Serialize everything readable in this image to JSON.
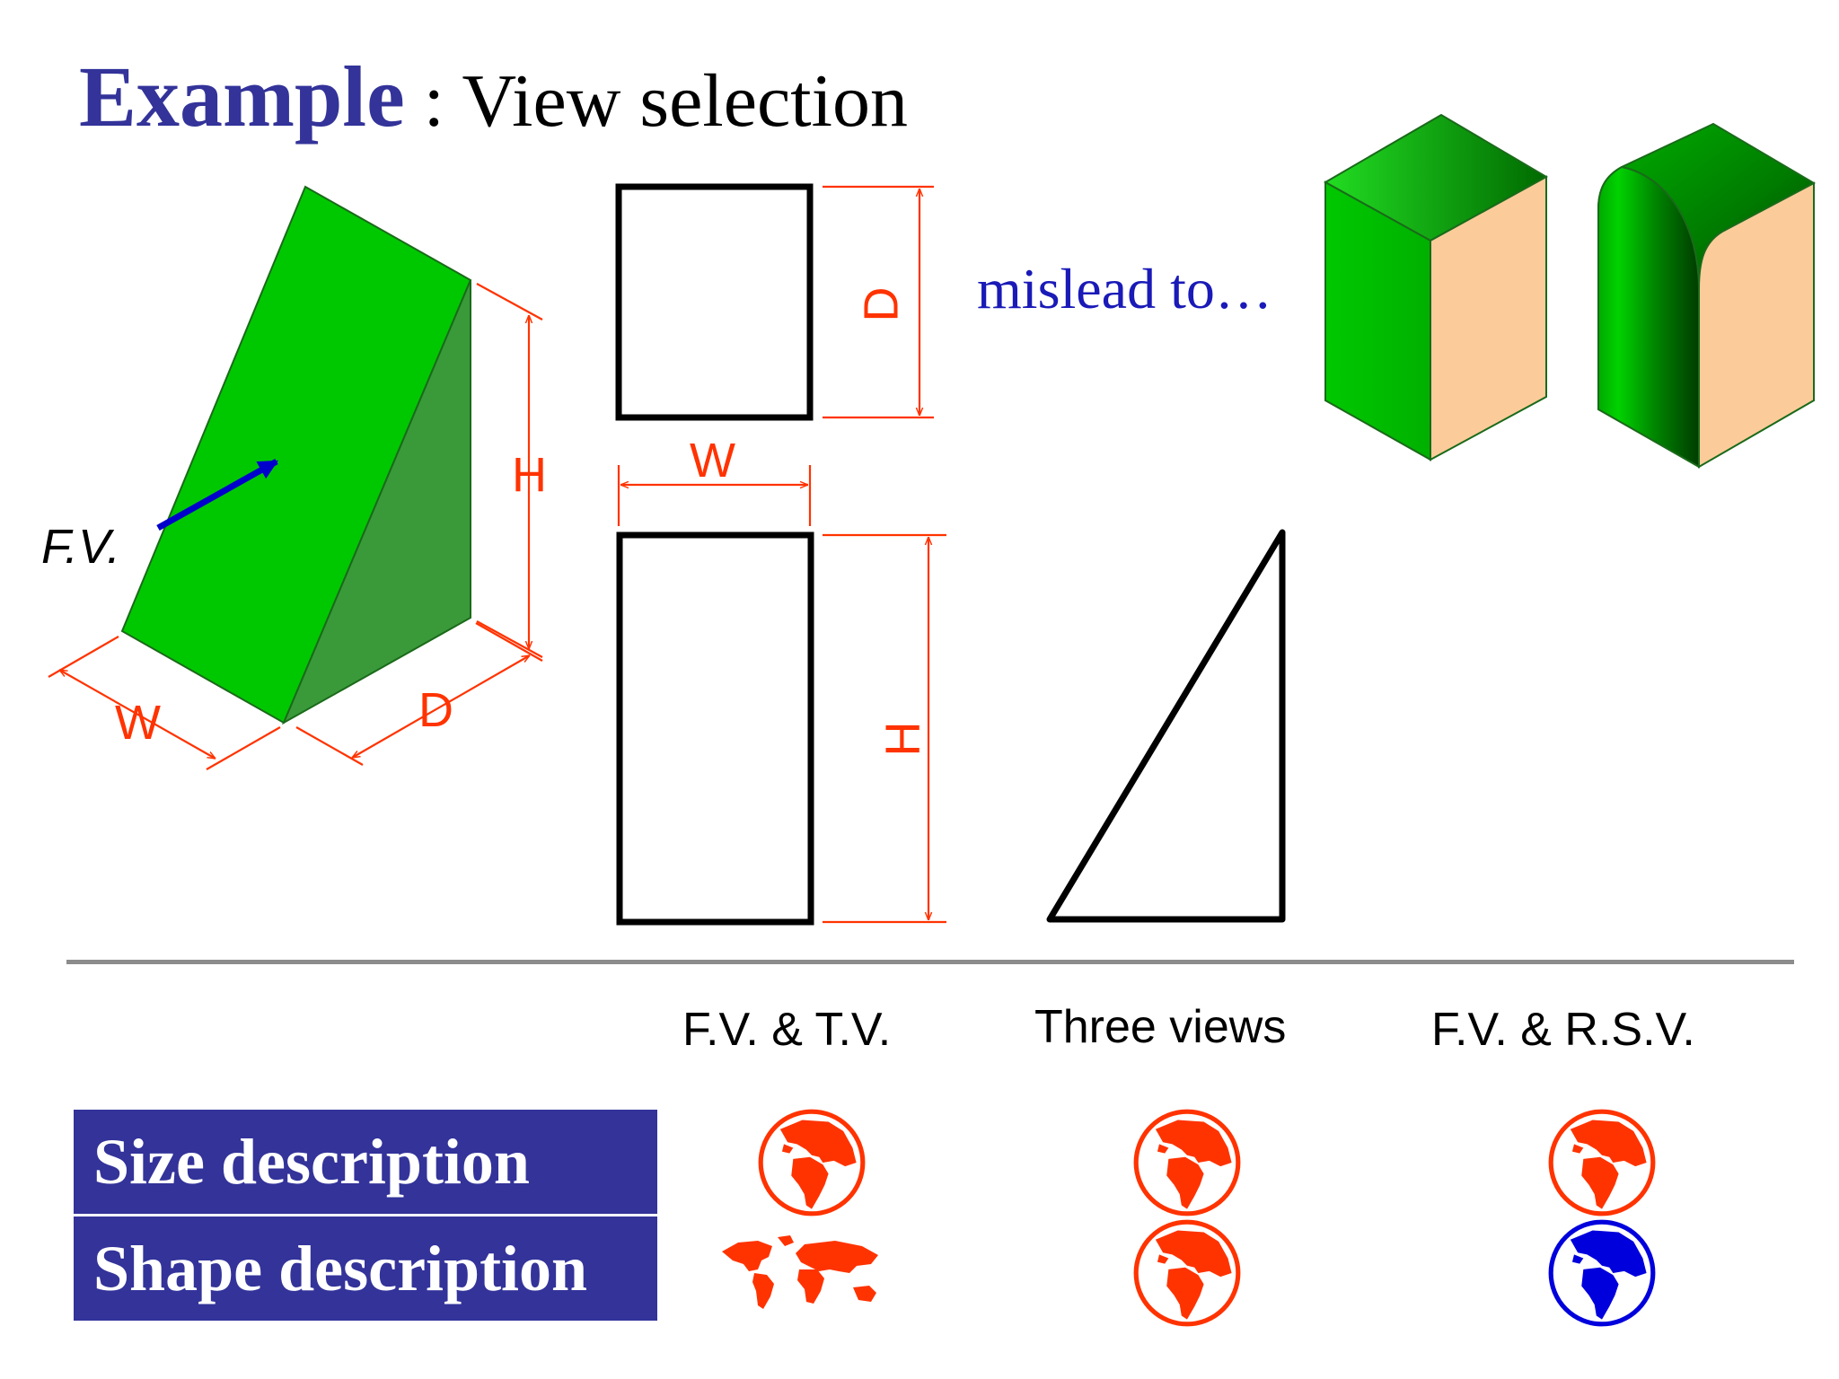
{
  "title": {
    "strong": "Example",
    "rest": " : View  selection"
  },
  "mislead_text": "mislead to…",
  "fv_label": "F.V.",
  "dimensions": {
    "w": "W",
    "d": "D",
    "h": "H"
  },
  "columns": [
    "F.V. & T.V.",
    "Three views",
    "F.V. & R.S.V."
  ],
  "rows": [
    "Size description",
    "Shape description"
  ],
  "icons": {
    "globe": "globe-icon",
    "world_map": "world-map-icon",
    "colors": {
      "adequate": "#ff3300",
      "best": "#0000dd"
    }
  },
  "colors": {
    "title": "#33339a",
    "solid_face": "#00c000",
    "solid_side": "#3a9a3a",
    "dimension": "#ff3300",
    "mislead": "#1a1ab8",
    "label_bg": "#33339a"
  }
}
